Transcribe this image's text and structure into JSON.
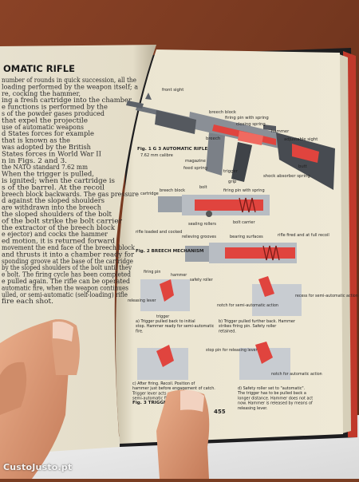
{
  "left_page": {
    "header": "OMATIC RIFLE",
    "body_lines": [
      "number of rounds in quick succession, all the",
      "loading performed by the weapon itself; a",
      "re, cocking the hammer,",
      "ing a fresh cartridge into the chamber",
      "e functions is performed by the",
      "s of the powder gases produced",
      "that expel the projectile",
      "use of automatic weapons",
      "d States forces for example",
      "that is known as the",
      "was adopted by the British",
      "States forces in World War II",
      "n in Figs. 2 and 3.",
      "the NATO standard 7.62 mm",
      "When the trigger is pulled,",
      "is ignited; when the cartridge is",
      "s of the barrel. At the recoil",
      "breech block backwards. The gas pressure",
      "d against the sloped shoulders",
      "are withdrawn into the breech",
      "the sloped shoulders of the bolt",
      "of the bolt strike the bolt carrier",
      "the extractor of the breech block",
      "e ejector) and cocks the hammer",
      "ed motion, it is returned forward",
      "movement the end face of the breech block",
      "and thrusts it into a chamber ready for",
      "sponding groove at the base of the cartridge",
      "by the sloped shoulders of the bolt until they",
      "e bolt. The firing cycle has been completed",
      "e pulled again. The rifle can be operated",
      "automatic fire, when the weapon continues",
      "ulled, or semi-automatic (self-loading) rifle",
      "fire each shot."
    ]
  },
  "figure": {
    "fig1_caption": "Fig. 1  G 3 AUTOMATIC RIFLE",
    "fig1_sub": "7.62 mm calibre",
    "fig1_labels": {
      "front_sight": "front sight",
      "breech_block": "breech block",
      "firing_pin_spring": "firing pin with spring",
      "closing_spring": "closing spring",
      "hammer": "hammer",
      "adjustable_sight": "adjustable sight",
      "breech": "breech",
      "magazine": "magazine",
      "feed_spring": "feed spring",
      "trigger": "trigger",
      "grip": "grip",
      "shock_absorber": "shock absorber spring",
      "butt": "butt"
    },
    "fig2_caption": "Fig. 2  BREECH MECHANISM",
    "fig2_labels": {
      "cartridge": "cartridge",
      "breech_block": "breech block",
      "bolt": "bolt",
      "firing_pin_spring": "firing pin with spring",
      "sealing_rollers": "sealing rollers",
      "bolt_carrier": "bolt carrier",
      "rifle_loaded": "rifle loaded and cocked",
      "relieving_grooves": "relieving grooves",
      "bearing_surfaces": "bearing surfaces",
      "rifle_recoil": "rifle fired and at full recoil"
    },
    "fig3_caption": "Fig. 3  TRIGGER MECHANISM",
    "fig3_labels": {
      "firing_pin": "firing pin",
      "hammer": "hammer",
      "safety_roller": "safety roller",
      "releasing_lever": "releasing lever",
      "trigger": "trigger",
      "notch_semi": "notch for semi-automatic action",
      "recess_semi": "recess for semi-automatic action",
      "stop_pin": "stop pin for releasing lever",
      "notch_auto": "notch for automatic action",
      "cap_a": "a) Trigger pulled back to initial stop. Hammer ready for semi-automatic fire.",
      "cap_b": "b) Trigger pulled further back. Hammer strikes firing pin. Safety roller retained.",
      "cap_c": "c) After firing. Recoil. Position of hammer just before engagement of catch. Trigger lever acts only with semi-automatic fire.",
      "cap_d": "d) Safety roller set to \"automatic\". The trigger has to be pulled back a longer distance. Hammer does not act now. Hammer is released by means of releasing lever."
    }
  },
  "page_number": "455",
  "watermark": "CustoJusto.pt",
  "colors": {
    "background": "#7a3d22",
    "page": "#ece6d2",
    "highlight_red": "#e0443e",
    "gun_gray": "#8a8f96",
    "skin": "#e2a07c"
  }
}
